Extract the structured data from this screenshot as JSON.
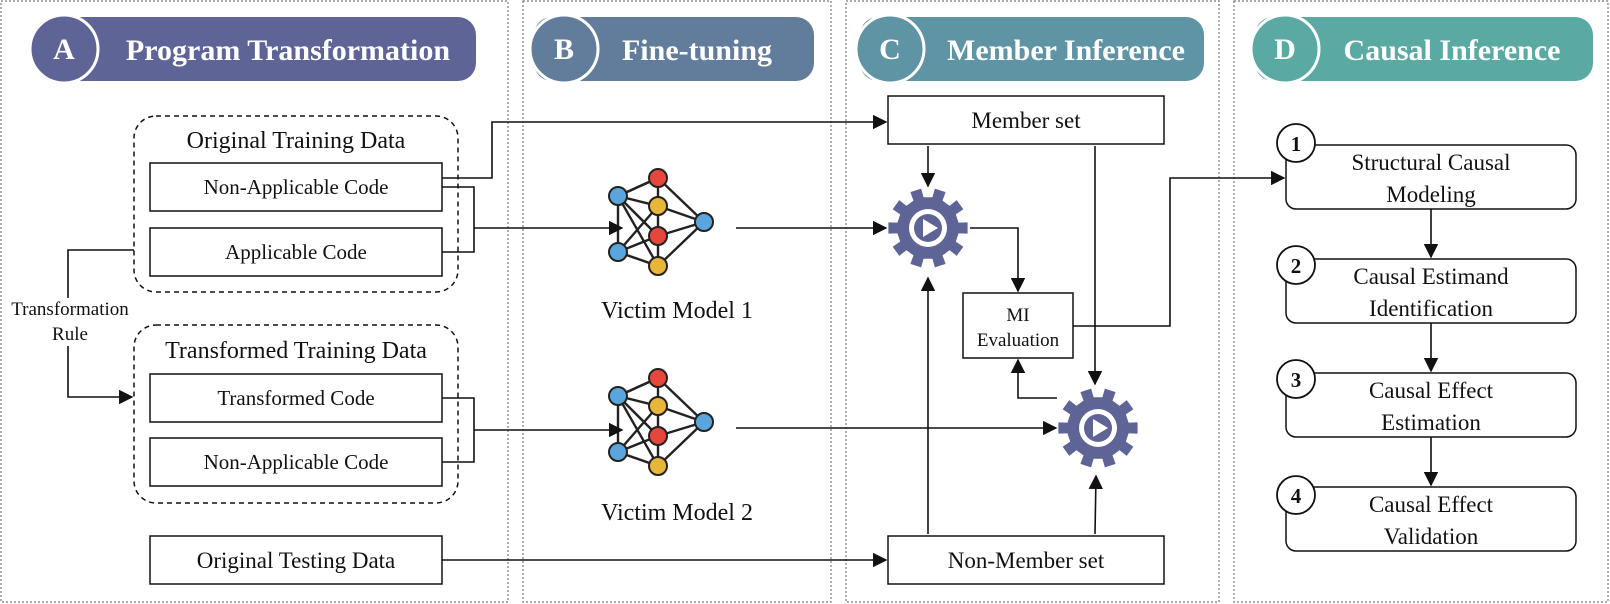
{
  "colors": {
    "panel_a": "#5f6497",
    "panel_b": "#627c9c",
    "panel_c": "#5e94a3",
    "panel_d": "#5aa9a3",
    "gear": "#5f6497",
    "node_blue": "#5aa6dc",
    "node_red": "#e6473c",
    "node_yellow": "#e8b73a"
  },
  "panels": {
    "a": {
      "letter": "A",
      "title": "Program Transformation"
    },
    "b": {
      "letter": "B",
      "title": "Fine-tuning"
    },
    "c": {
      "letter": "C",
      "title": "Member Inference"
    },
    "d": {
      "letter": "D",
      "title": "Causal Inference"
    }
  },
  "transformation": {
    "original_group_title": "Original Training Data",
    "original_non_applicable": "Non-Applicable Code",
    "original_applicable": "Applicable Code",
    "rule_line1": "Transformation",
    "rule_line2": "Rule",
    "transformed_group_title": "Transformed Training Data",
    "transformed_code": "Transformed Code",
    "transformed_non_applicable": "Non-Applicable Code",
    "testing_data": "Original Testing Data"
  },
  "finetuning": {
    "model1_label": "Victim Model 1",
    "model2_label": "Victim Model 2",
    "model_icon": "neural-network-icon"
  },
  "inference": {
    "member_set": "Member set",
    "non_member_set": "Non-Member set",
    "mi_line1": "MI",
    "mi_line2": "Evaluation",
    "gear_icon": "gear-play-icon"
  },
  "causal": {
    "steps": [
      {
        "num": "1",
        "line1": "Structural Causal",
        "line2": "Modeling"
      },
      {
        "num": "2",
        "line1": "Causal Estimand",
        "line2": "Identification"
      },
      {
        "num": "3",
        "line1": "Causal Effect",
        "line2": "Estimation"
      },
      {
        "num": "4",
        "line1": "Causal Effect",
        "line2": "Validation"
      }
    ]
  }
}
